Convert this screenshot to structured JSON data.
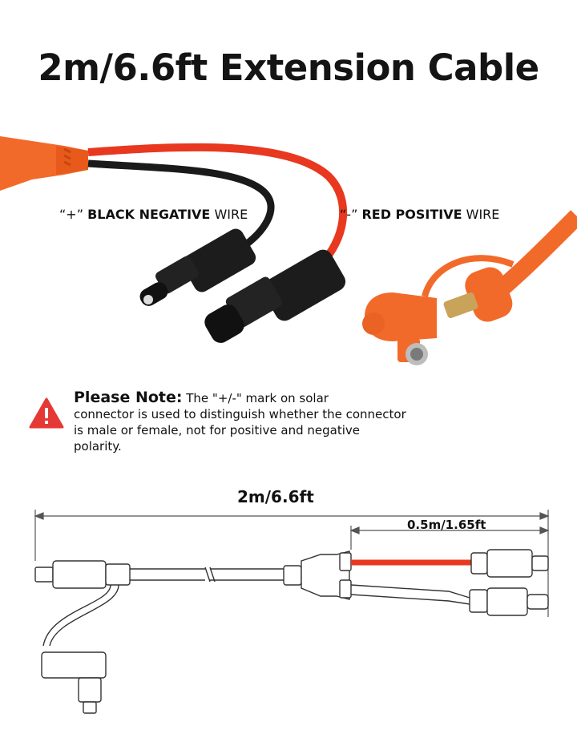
{
  "title": "2m/6.6ft Extension Cable",
  "labels": {
    "black_symbol": "“+”",
    "black_bold": "BLACK NEGATIVE",
    "black_suffix": "WIRE",
    "red_symbol": "“-”",
    "red_bold": "RED POSITIVE",
    "red_suffix": "WIRE"
  },
  "note": {
    "heading": "Please Note:",
    "line1": "The \"+/-\" mark on solar",
    "line2": "connector is used to distinguish whether the connector",
    "line3": "is male or female, not for positive and negative polarity."
  },
  "dimensions": {
    "total": "2m/6.6ft",
    "branch": "0.5m/1.65ft"
  },
  "colors": {
    "orange": "#f26a2a",
    "red_wire": "#e8381f",
    "black": "#1a1a1a",
    "warning": "#e53935"
  },
  "icons": [
    "warning-triangle-icon"
  ]
}
